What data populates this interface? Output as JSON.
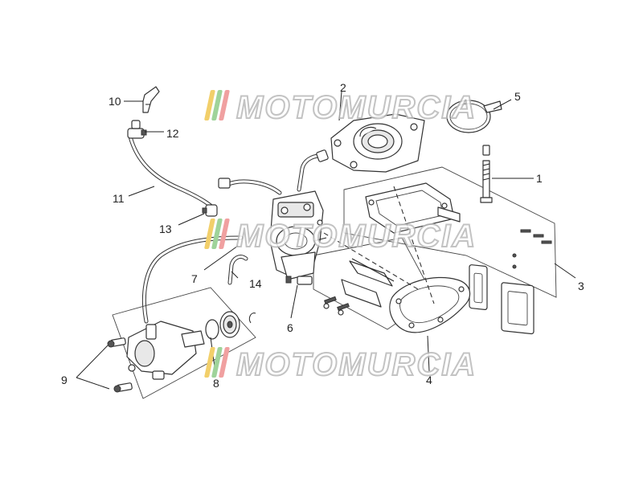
{
  "watermark": {
    "text": "MOTOMURCIA",
    "stripe_colors": [
      "#f2cf6a",
      "#9fd39a",
      "#f0a0a0"
    ]
  },
  "callouts": [
    {
      "id": "c1",
      "label": "1"
    },
    {
      "id": "c2",
      "label": "2"
    },
    {
      "id": "c3",
      "label": "3"
    },
    {
      "id": "c4",
      "label": "4"
    },
    {
      "id": "c5",
      "label": "5"
    },
    {
      "id": "c6",
      "label": "6"
    },
    {
      "id": "c7",
      "label": "7"
    },
    {
      "id": "c8",
      "label": "8"
    },
    {
      "id": "c9",
      "label": "9"
    },
    {
      "id": "c10",
      "label": "10"
    },
    {
      "id": "c11",
      "label": "11"
    },
    {
      "id": "c12",
      "label": "12"
    },
    {
      "id": "c13",
      "label": "13"
    },
    {
      "id": "c14",
      "label": "14"
    }
  ]
}
